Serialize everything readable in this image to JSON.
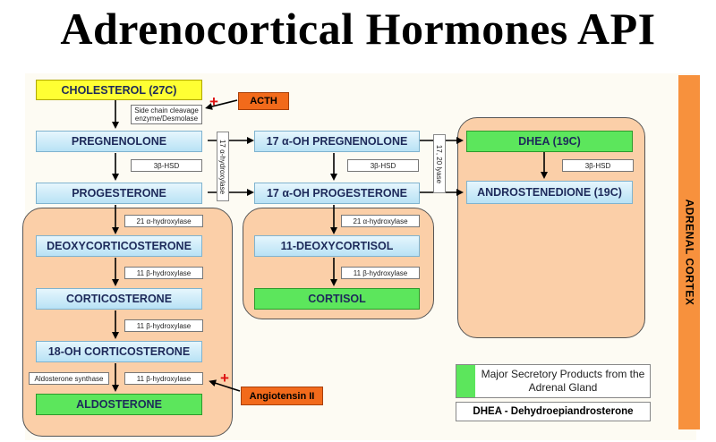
{
  "title": "Adrenocortical Hormones API",
  "side_label": "ADRENAL CORTEX",
  "nodes": {
    "cholesterol": "CHOLESTEROL (27C)",
    "pregnenolone": "PREGNENOLONE",
    "progesterone": "PROGESTERONE",
    "deoxycorticosterone": "DEOXYCORTICOSTERONE",
    "corticosterone": "CORTICOSTERONE",
    "oh18_corticosterone": "18-OH CORTICOSTERONE",
    "aldosterone": "ALDOSTERONE",
    "oh17_pregnenolone": "17 α-OH PREGNENOLONE",
    "oh17_progesterone": "17 α-OH PROGESTERONE",
    "deoxycortisol": "11-DEOXYCORTISOL",
    "cortisol": "CORTISOL",
    "dhea": "DHEA (19C)",
    "androstenedione": "ANDROSTENEDIONE (19C)"
  },
  "enzymes": {
    "scc": "Side chain cleavage enzyme/Desmolase",
    "hsd_left": "3β-HSD",
    "hsd_mid": "3β-HSD",
    "hsd_right": "3β-HSD",
    "hydroxylase21_left": "21 α-hydroxylase",
    "hydroxylase11_a": "11 β-hydroxylase",
    "hydroxylase11_b": "11 β-hydroxylase",
    "hydroxylase11_c": "11 β-hydroxylase",
    "aldo_synthase": "Aldosterone synthase",
    "hydroxylase21_mid": "21 α-hydroxylase",
    "hydroxylase11_mid": "11 β-hydroxylase",
    "hydroxylase17": "17 α-hydroxylase",
    "lyase": "17, 20 lyase"
  },
  "stimulators": {
    "acth": "ACTH",
    "angiotensin": "Angiotensin II",
    "plus_sign": "+"
  },
  "legend": {
    "products": "Major Secretory Products from the Adrenal Gland",
    "abbrev": "DHEA - Dehydroepiandrosterone"
  },
  "colors": {
    "product_green": "#5ce65c",
    "intermediate_blue": "#b8e2f5",
    "cholesterol_yellow": "#ffff33",
    "stimulator_orange": "#f26a1b",
    "region_peach": "#fbcfa8",
    "cortex_orange": "#f7913d"
  }
}
